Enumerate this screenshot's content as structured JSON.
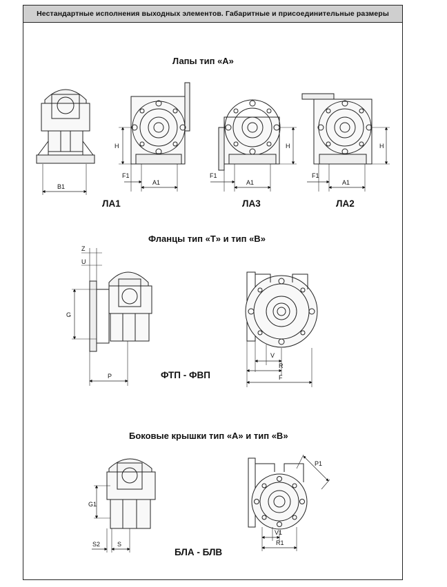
{
  "header": {
    "title": "Нестандартные исполнения выходных элементов.  Габаритные и присоединительные размеры"
  },
  "sections": {
    "feet": {
      "title": "Лапы тип «А»",
      "labels": {
        "la1": "ЛА1",
        "la3": "ЛА3",
        "la2": "ЛА2"
      },
      "dims": {
        "b1": "B1",
        "h": "H",
        "f1": "F1",
        "a1": "A1"
      }
    },
    "flanges": {
      "title": "Фланцы тип «Т» и тип «В»",
      "label": "ФТП - ФВП",
      "dims": {
        "z": "Z",
        "u": "U",
        "g": "G",
        "p": "P",
        "v": "V",
        "r": "R",
        "f": "F"
      }
    },
    "covers": {
      "title": "Боковые крышки тип «А» и тип «В»",
      "label": "БЛА - БЛВ",
      "dims": {
        "g1": "G1",
        "s2": "S2",
        "s": "S",
        "v1": "V1",
        "r1": "R1",
        "p1": "P1"
      }
    }
  }
}
